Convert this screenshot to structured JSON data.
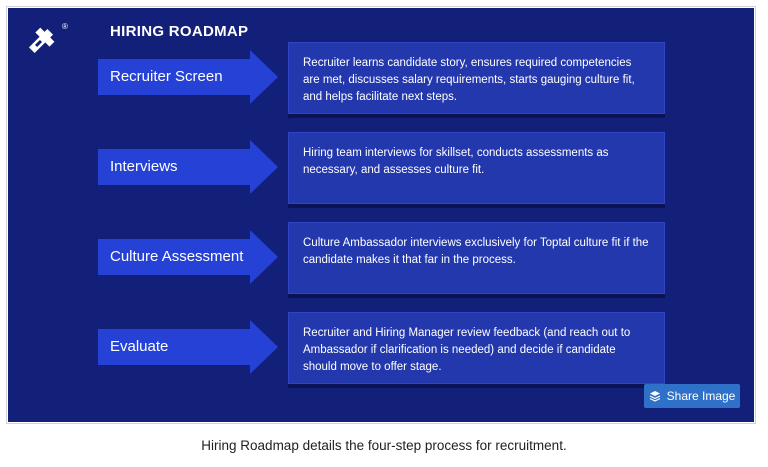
{
  "header": {
    "title": "HIRING ROADMAP",
    "logo_icon": "toptal-logo-icon",
    "registered_mark": "®"
  },
  "steps": [
    {
      "label": "Recruiter Screen",
      "description": "Recruiter learns candidate story, ensures required competencies are met, discusses salary requirements, starts gauging culture fit, and helps facilitate next steps."
    },
    {
      "label": "Interviews",
      "description": "Hiring team interviews for skillset, conducts assessments as necessary, and assesses culture fit."
    },
    {
      "label": "Culture Assessment",
      "description": "Culture Ambassador interviews exclusively for Toptal culture fit if the candidate makes it that far in the process."
    },
    {
      "label": "Evaluate",
      "description": "Recruiter and Hiring Manager review feedback (and reach out to Ambassador if clarification is needed) and decide if candidate should move to offer stage."
    }
  ],
  "share_button": {
    "label": "Share Image",
    "icon": "layers-icon"
  },
  "caption": "Hiring Roadmap details the four-step process for recruitment.",
  "colors": {
    "background": "#13207a",
    "arrow": "#2541d6",
    "description_box": "#2438ad",
    "share_button": "#2f71c9"
  }
}
